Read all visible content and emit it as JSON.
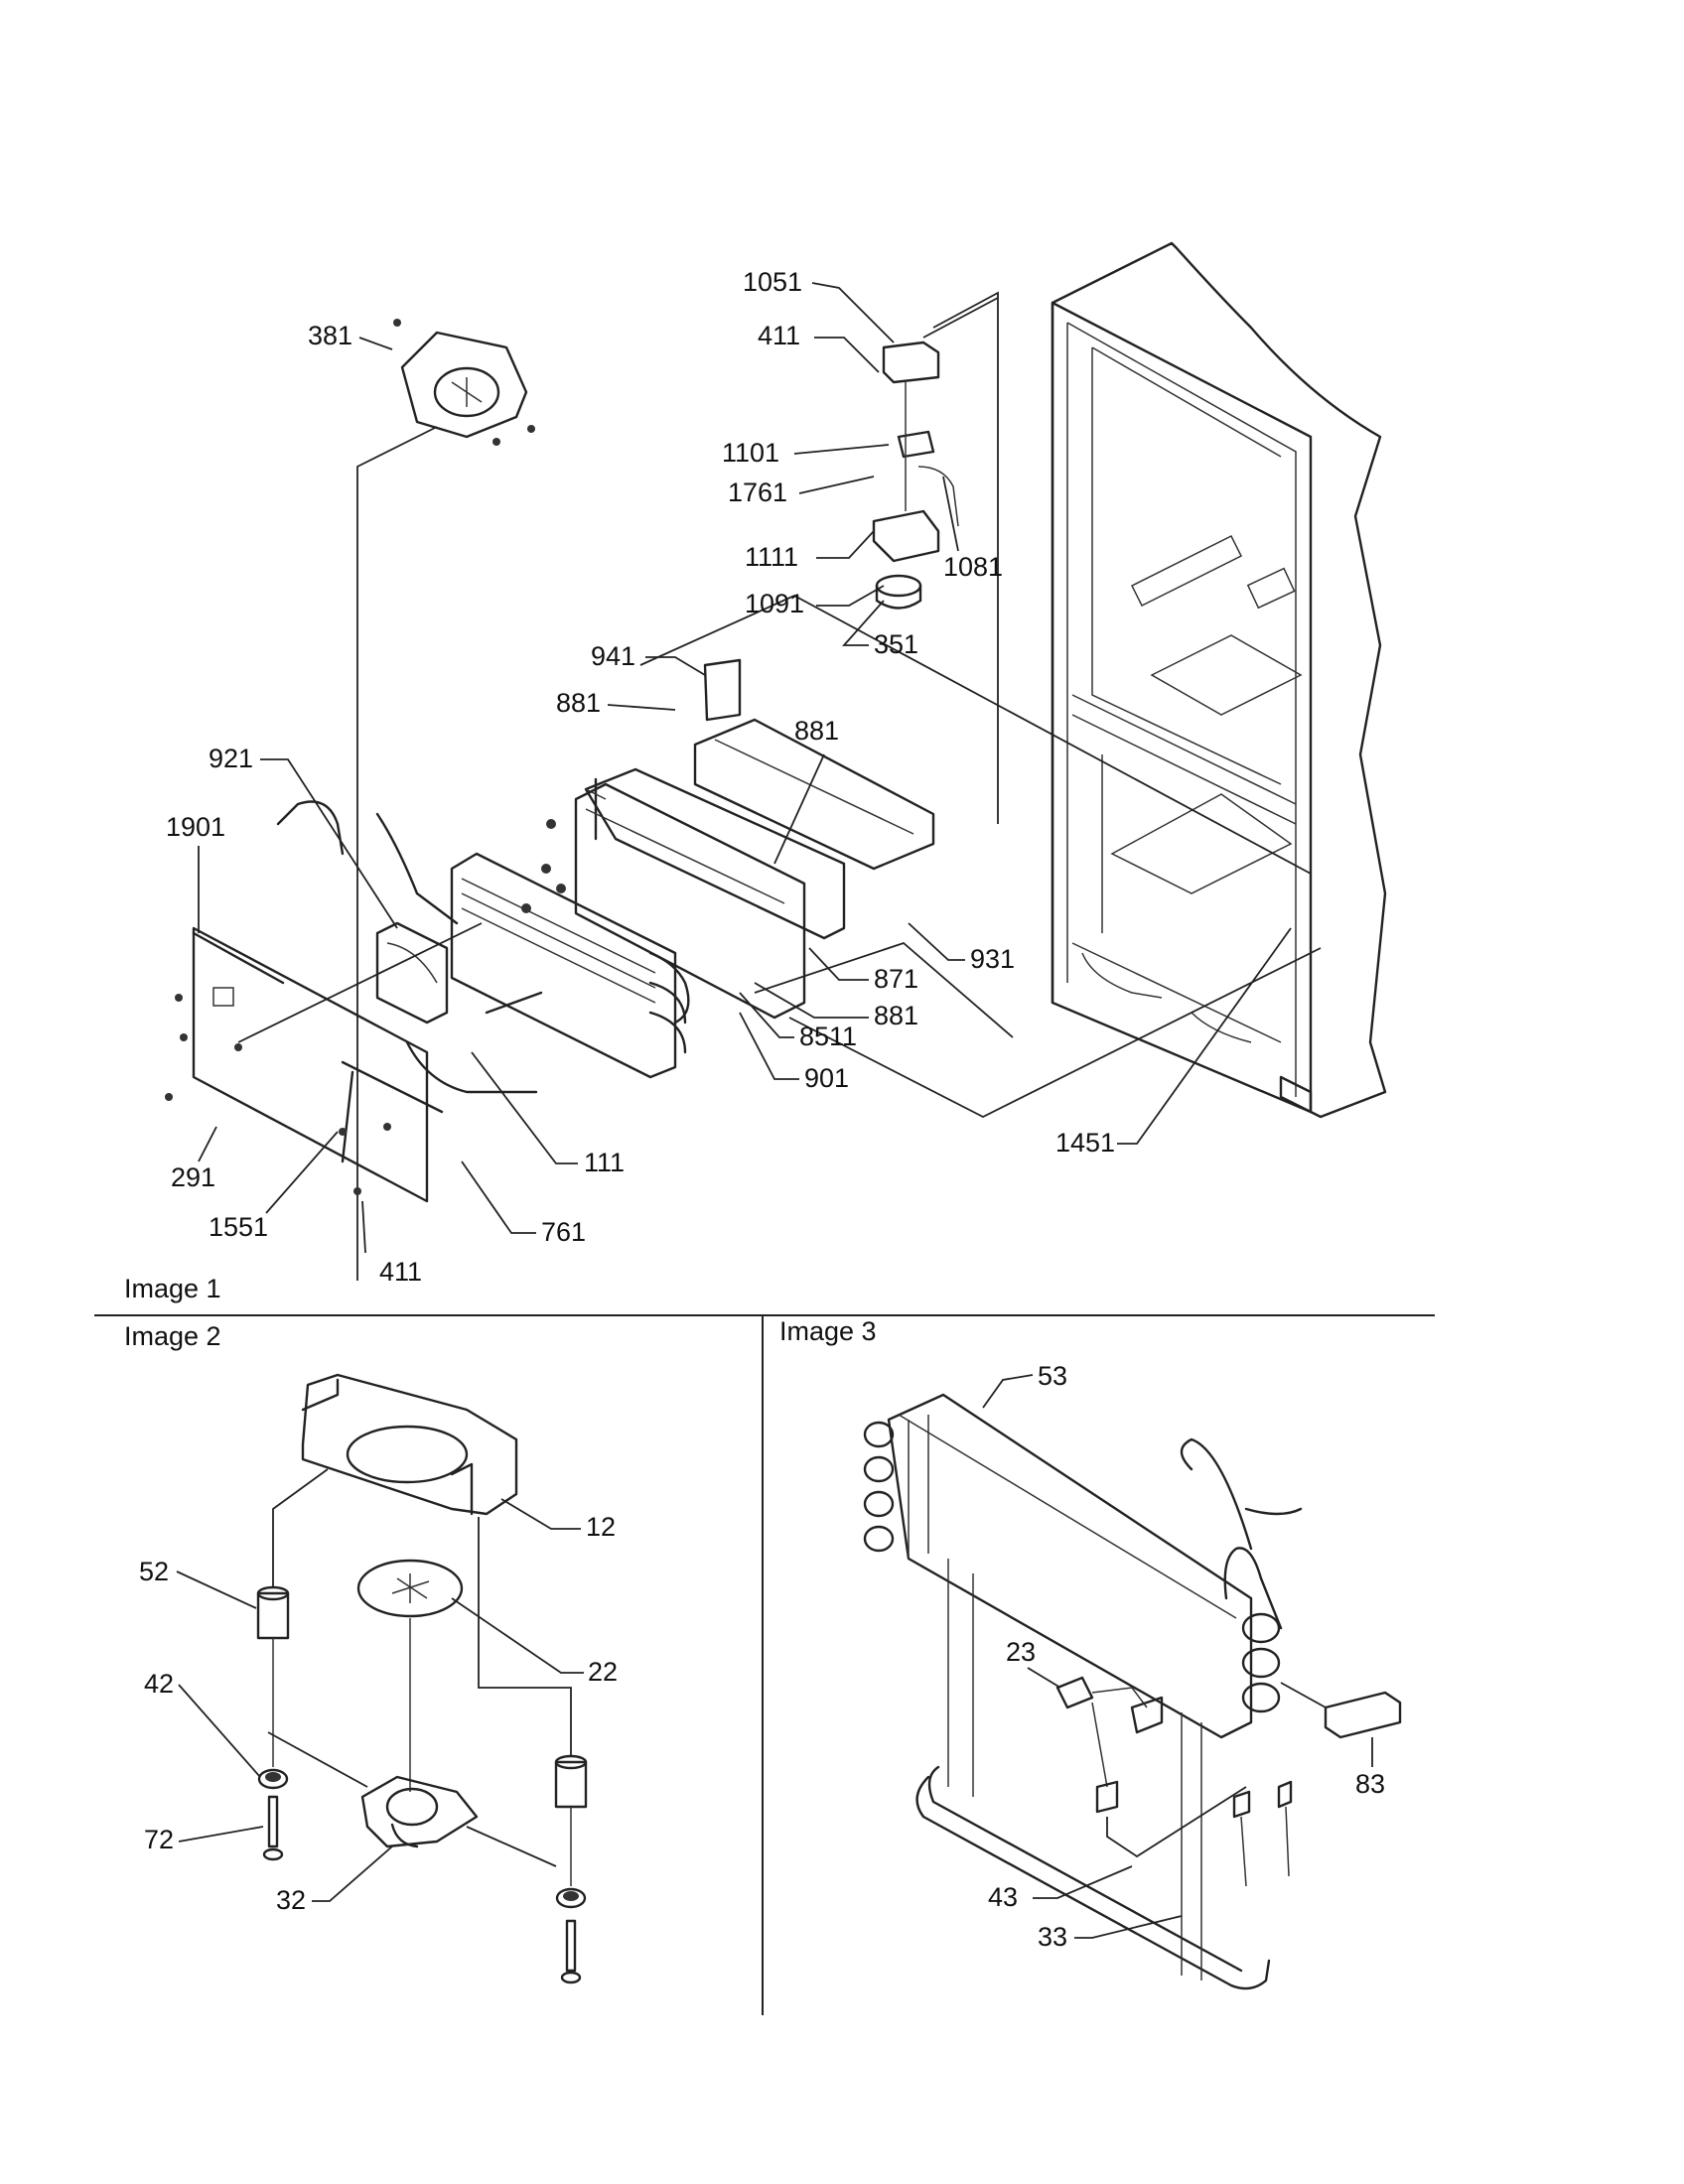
{
  "diagram": {
    "panels": [
      {
        "id": "image-1",
        "title": "Image 1"
      },
      {
        "id": "image-2",
        "title": "Image 2"
      },
      {
        "id": "image-3",
        "title": "Image 3"
      }
    ],
    "image1_callouts": [
      "381",
      "1051",
      "411",
      "1101",
      "1761",
      "1081",
      "1111",
      "1091",
      "351",
      "941",
      "881",
      "881",
      "921",
      "1901",
      "871",
      "931",
      "881",
      "8511",
      "901",
      "1451",
      "111",
      "291",
      "1551",
      "761",
      "411"
    ],
    "image2_callouts": [
      "12",
      "52",
      "22",
      "42",
      "72",
      "32"
    ],
    "image3_callouts": [
      "53",
      "23",
      "83",
      "43",
      "33"
    ]
  }
}
